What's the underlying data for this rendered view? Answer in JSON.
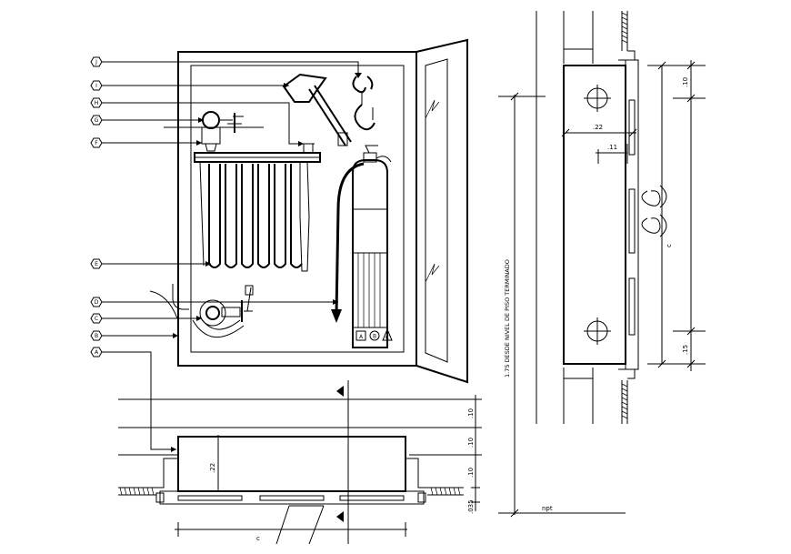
{
  "callouts": [
    "J",
    "I",
    "H",
    "G",
    "F",
    "E",
    "D",
    "C",
    "B",
    "A"
  ],
  "dims": {
    "cab_22": ".22",
    "cab_11": ".11",
    "cab_10": ".10",
    "cab_15": ".15",
    "cab_c": "c",
    "plan_22": ".22",
    "plan_10a": ".10",
    "plan_10b": ".10",
    "plan_10c": ".10",
    "plan_035": ".035",
    "plan_c": "c"
  },
  "vertical_label": "1.75 DESDE NIVEL DE PISO TERMINADO",
  "npt_label": "npt",
  "extinguisher_classes": [
    "A",
    "B",
    "C"
  ]
}
